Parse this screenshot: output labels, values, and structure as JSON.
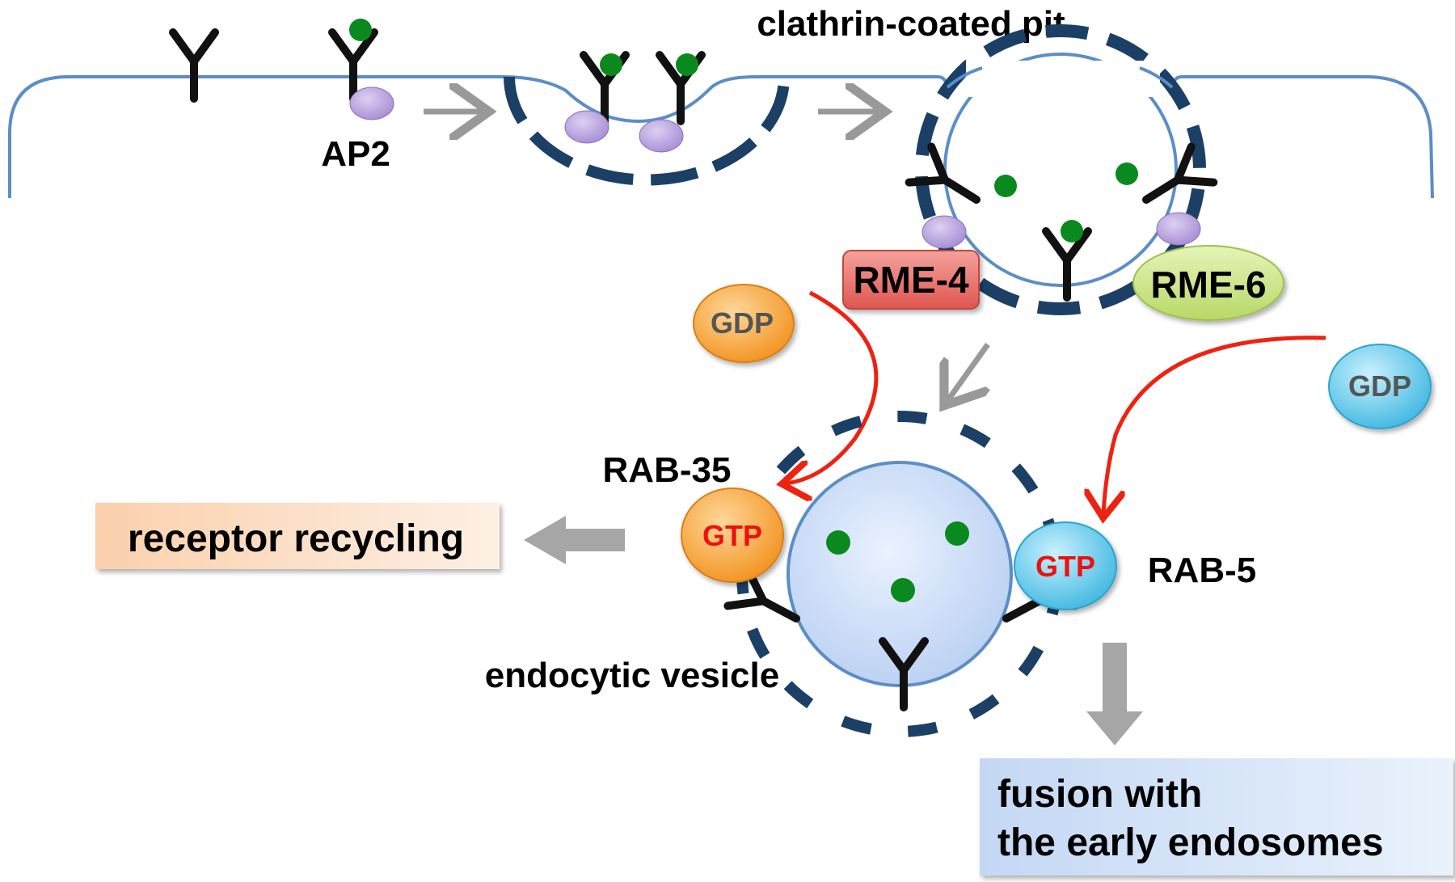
{
  "labels": {
    "clathrin_pit": "clathrin-coated pit",
    "ap2": "AP2",
    "rme4": "RME-4",
    "rme6": "RME-6",
    "rab35": "RAB-35",
    "rab5": "RAB-5",
    "endocytic_vesicle": "endocytic vesicle",
    "receptor_recycling": "receptor recycling",
    "fusion_line1": "fusion with",
    "fusion_line2": "the early endosomes"
  },
  "nucleotides": {
    "gdp_left": "GDP",
    "gdp_right": "GDP",
    "gtp_left": "GTP",
    "gtp_right": "GTP"
  },
  "colors": {
    "membrane": "#5b8ec6",
    "clathrin_coat": "#1c3f66",
    "receptor": "#111111",
    "ligand": "#0a8a1e",
    "adaptor": "#b8a0dc",
    "rme4_box": "#e8706c",
    "rme6_box": "#cce48e",
    "rab35_orange": "#f7a840",
    "rab5_cyan": "#6cc8e6",
    "red_arrow": "#ee2211",
    "gray_arrow": "#a6a6a6",
    "recycling_box": "#fbd2b0",
    "fusion_box": "#d2e2f6",
    "vesicle_fill": "#d4e3fa"
  }
}
